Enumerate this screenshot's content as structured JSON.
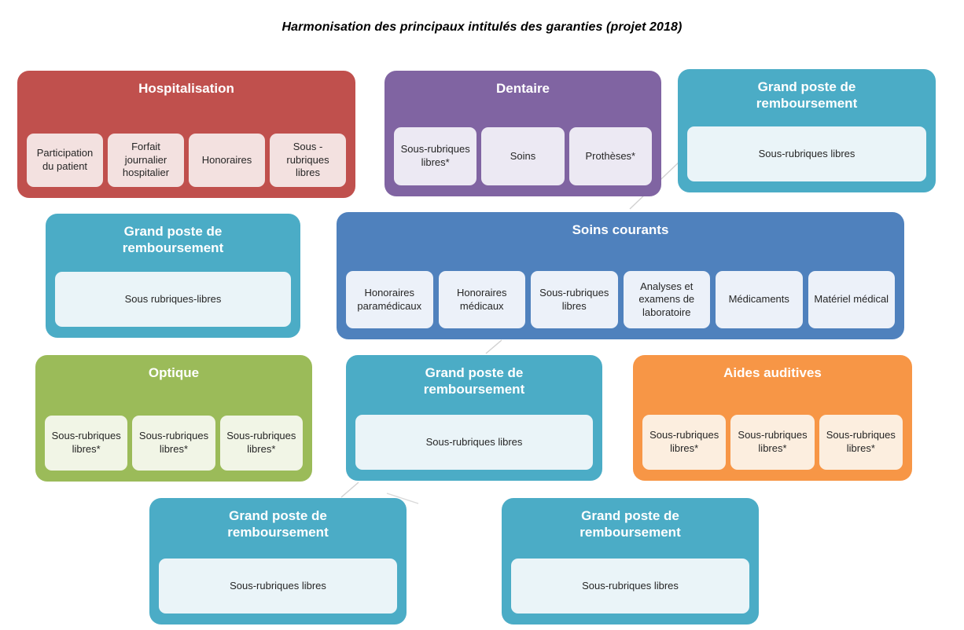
{
  "title": "Harmonisation des principaux intitulés des garanties (projet 2018)",
  "connector_color": "#c9c9c9",
  "groups": [
    {
      "label": "Hospitalisation",
      "color": "#C0504D",
      "item_bg": "#F3E1E0",
      "items": [
        "Participation du patient",
        "Forfait journalier hospitalier",
        "Honoraires",
        "Sous - rubriques libres"
      ]
    },
    {
      "label": "Dentaire",
      "color": "#8064A2",
      "item_bg": "#ECE9F3",
      "items": [
        "Sous-rubriques libres*",
        "Soins",
        "Prothèses*"
      ]
    },
    {
      "label": "Grand poste de remboursement",
      "color": "#4BACC6",
      "item_bg": "#EAF4F8",
      "items": [
        "Sous-rubriques libres"
      ]
    },
    {
      "label": "Grand poste de remboursement",
      "color": "#4BACC6",
      "item_bg": "#EAF4F8",
      "items": [
        "Sous rubriques-libres"
      ]
    },
    {
      "label": "Soins courants",
      "color": "#4F81BD",
      "item_bg": "#ECF1F9",
      "items": [
        "Honoraires paramédicaux",
        "Honoraires médicaux",
        "Sous-rubriques libres",
        "Analyses et examens de laboratoire",
        "Médicaments",
        "Matériel médical"
      ]
    },
    {
      "label": "Optique",
      "color": "#9BBB59",
      "item_bg": "#F1F5E6",
      "items": [
        "Sous-rubriques libres*",
        "Sous-rubriques libres*",
        "Sous-rubriques libres*"
      ]
    },
    {
      "label": "Grand poste de remboursement",
      "color": "#4BACC6",
      "item_bg": "#EAF4F8",
      "items": [
        "Sous-rubriques libres"
      ]
    },
    {
      "label": "Aides auditives",
      "color": "#F79646",
      "item_bg": "#FCEEDF",
      "items": [
        "Sous-rubriques libres*",
        "Sous-rubriques libres*",
        "Sous-rubriques libres*"
      ]
    },
    {
      "label": "Grand poste de remboursement",
      "color": "#4BACC6",
      "item_bg": "#EAF4F8",
      "items": [
        "Sous-rubriques libres"
      ]
    },
    {
      "label": "Grand poste de remboursement",
      "color": "#4BACC6",
      "item_bg": "#EAF4F8",
      "items": [
        "Sous-rubriques libres"
      ]
    }
  ]
}
